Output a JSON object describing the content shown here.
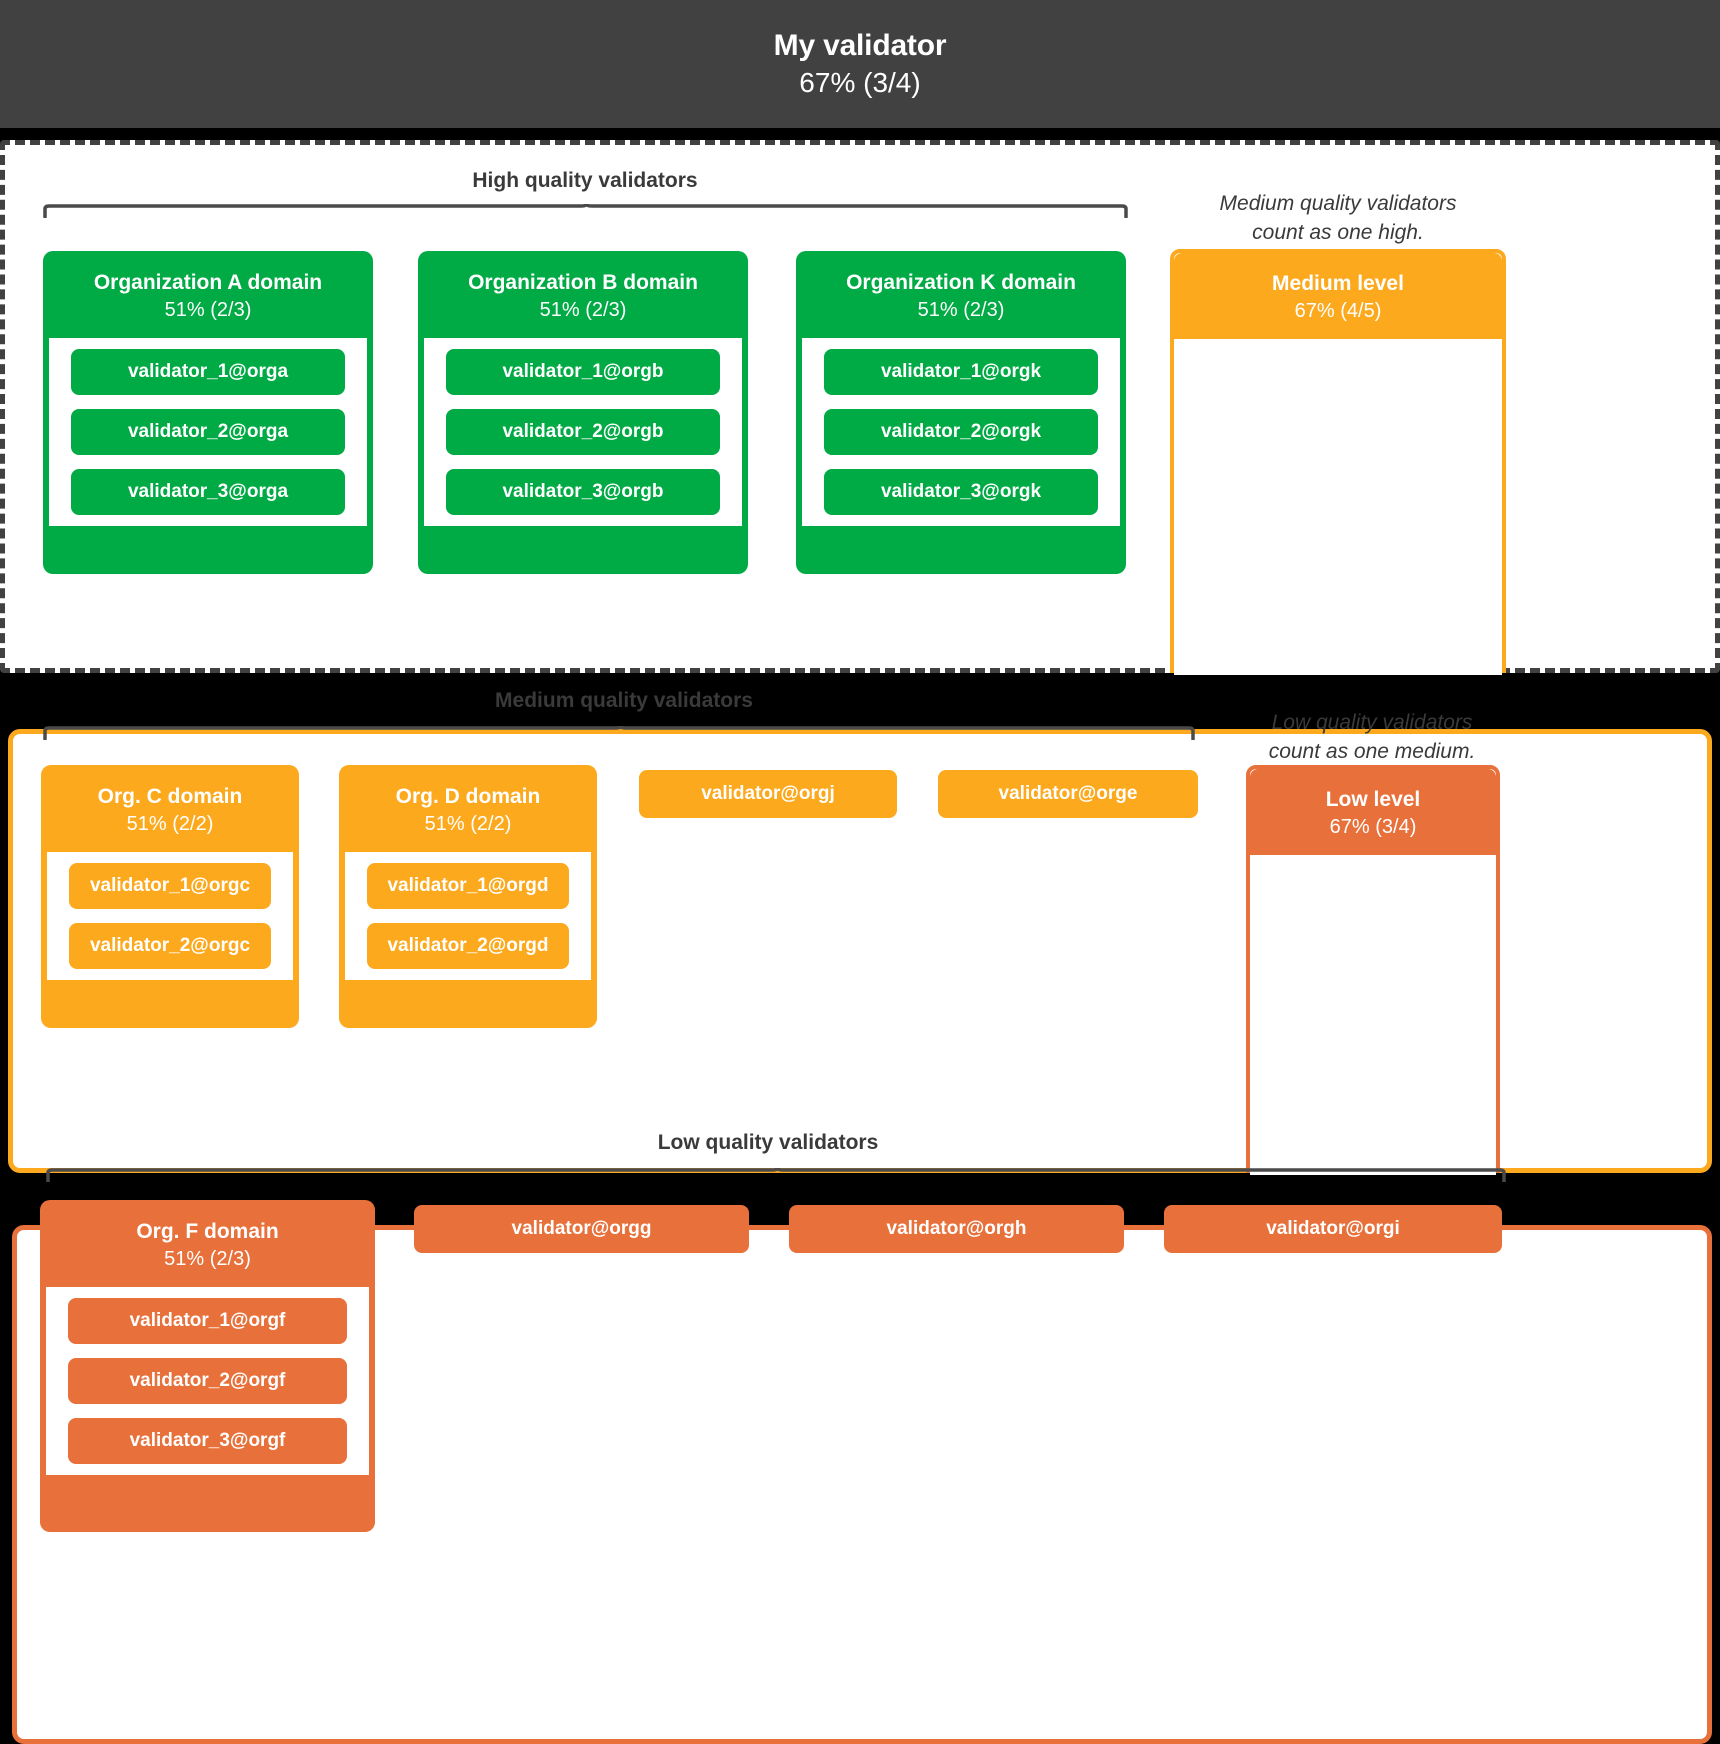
{
  "header": {
    "title": "My validator",
    "percentage": "67% (3/4)"
  },
  "sections": {
    "high": {
      "caption": "High quality validators",
      "note": "Medium quality validators\ncount as one high."
    },
    "medium": {
      "caption": "Medium quality validators",
      "note": "Low quality validators\ncount as one medium."
    },
    "low": {
      "caption": "Low quality validators"
    }
  },
  "high_domains": [
    {
      "name": "Organization A domain",
      "percentage": "51% (2/3)",
      "validators": [
        "validator_1@orga",
        "validator_2@orga",
        "validator_3@orga"
      ]
    },
    {
      "name": "Organization B domain",
      "percentage": "51% (2/3)",
      "validators": [
        "validator_1@orgb",
        "validator_2@orgb",
        "validator_3@orgb"
      ]
    },
    {
      "name": "Organization K domain",
      "percentage": "51% (2/3)",
      "validators": [
        "validator_1@orgk",
        "validator_2@orgk",
        "validator_3@orgk"
      ]
    }
  ],
  "medium_level": {
    "name": "Medium level",
    "percentage": "67% (4/5)"
  },
  "medium_domains": [
    {
      "name": "Org. C domain",
      "percentage": "51% (2/2)",
      "validators": [
        "validator_1@orgc",
        "validator_2@orgc"
      ]
    },
    {
      "name": "Org. D domain",
      "percentage": "51% (2/2)",
      "validators": [
        "validator_1@orgd",
        "validator_2@orgd"
      ]
    }
  ],
  "medium_standalone": [
    "validator@orgj",
    "validator@orge"
  ],
  "low_level": {
    "name": "Low level",
    "percentage": "67% (3/4)"
  },
  "low_domains": [
    {
      "name": "Org. F domain",
      "percentage": "51% (2/3)",
      "validators": [
        "validator_1@orgf",
        "validator_2@orgf",
        "validator_3@orgf"
      ]
    }
  ],
  "low_standalone": [
    "validator@orgg",
    "validator@orgh",
    "validator@orgi"
  ],
  "colors": {
    "high": "#00AA44",
    "medium": "#FCA91E",
    "low": "#E8703A",
    "header_bg": "#414141",
    "text_dark": "#3a3a3a"
  }
}
